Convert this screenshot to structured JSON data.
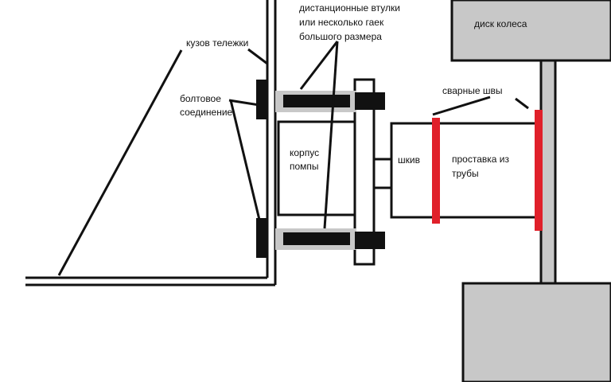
{
  "labels": {
    "body": "кузов тележки",
    "spacers": [
      "дистанционные втулки",
      "или несколько гаек",
      "большого размера"
    ],
    "bolt": [
      "болтовое",
      "соединение"
    ],
    "pump_body": [
      "корпус",
      "помпы"
    ],
    "pulley": "шкив",
    "welds": "сварные швы",
    "pipe_spacer": [
      "проставка из",
      "трубы"
    ],
    "wheel_disc": "диск колеса"
  },
  "colors": {
    "line": "#111111",
    "metal": "#c8c8c8",
    "weld": "#e0202a",
    "paper": "#ffffff"
  }
}
